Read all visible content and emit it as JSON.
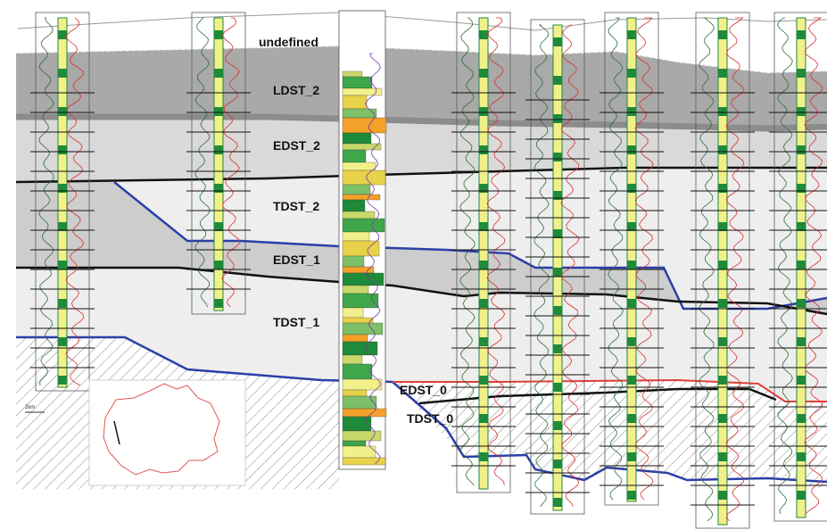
{
  "zones": [
    {
      "id": "undefined",
      "label": "undefined"
    },
    {
      "id": "ldst2",
      "label": "LDST_2"
    },
    {
      "id": "edst2",
      "label": "EDST_2"
    },
    {
      "id": "tdst2",
      "label": "TDST_2"
    },
    {
      "id": "edst1",
      "label": "EDST_1"
    },
    {
      "id": "tdst1",
      "label": "TDST_1"
    },
    {
      "id": "edst0",
      "label": "EDST_0"
    },
    {
      "id": "tdst0",
      "label": "TDST_0"
    }
  ],
  "scale_bar_label": "2km",
  "colors": {
    "ldst2_fill": "#a9a9a9",
    "edst2_fill": "#d9d9d9",
    "tdst_fill": "#eeeeee",
    "edst1_fill": "#cdcdcd",
    "boundary_gray": "#8c8c8c",
    "boundary_black": "#111111",
    "boundary_blue": "#2b3fa8",
    "boundary_red": "#e0403a",
    "log_green": "#1f8a3a",
    "log_yellow": "#f2f08a",
    "log_red": "#d83030",
    "inset_outline": "#e05555"
  }
}
